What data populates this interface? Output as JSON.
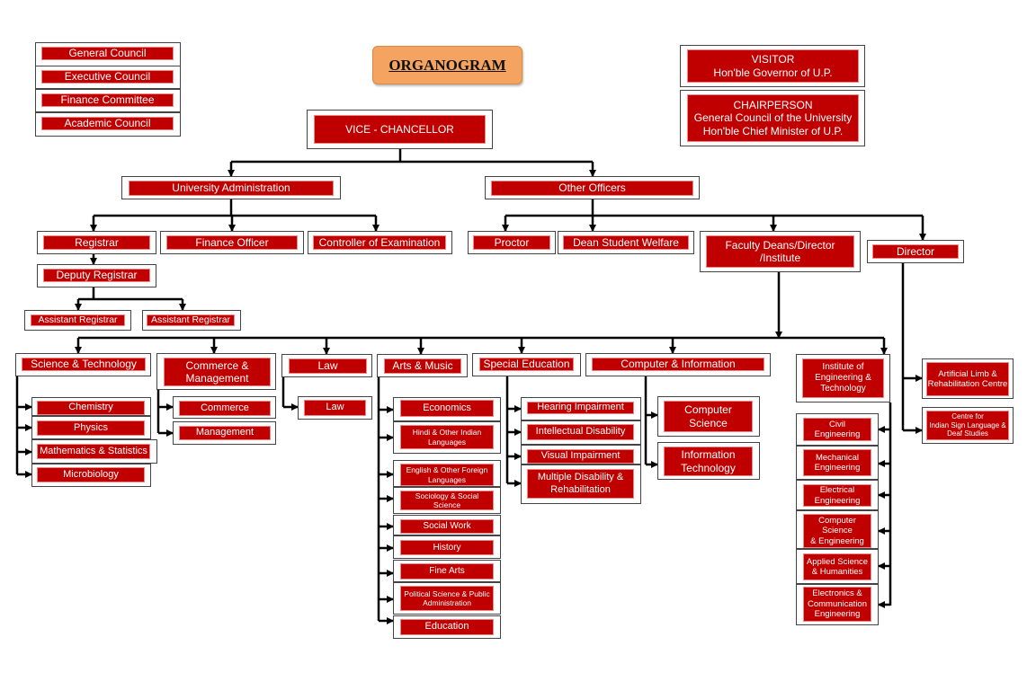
{
  "title": "ORGANOGRAM",
  "nodes": {
    "general_council": "General Council",
    "executive_council": "Executive Council",
    "finance_committee": "Finance Committee",
    "academic_council": "Academic Council",
    "visitor": "VISITOR\nHon'ble Governor of U.P.",
    "chairperson": "CHAIRPERSON\nGeneral Council of the University\nHon'ble Chief Minister of U.P.",
    "vice_chancellor": "VICE - CHANCELLOR",
    "university_administration": "University Administration",
    "other_officers": "Other Officers",
    "registrar": "Registrar",
    "finance_officer": "Finance Officer",
    "controller_of_examination": "Controller of Examination",
    "deputy_registrar": "Deputy Registrar",
    "assistant_registrar_1": "Assistant Registrar",
    "assistant_registrar_2": "Assistant Registrar",
    "proctor": "Proctor",
    "dean_student_welfare": "Dean Student Welfare",
    "faculty_deans": "Faculty Deans/Director\n/Institute",
    "director": "Director",
    "science_technology": "Science & Technology",
    "commerce_management": "Commerce &\nManagement",
    "law_faculty": "Law",
    "arts_music": "Arts & Music",
    "special_education": "Special Education",
    "computer_information": "Computer & Information",
    "institute": "Institute of\nEngineering &\nTechnology",
    "chemistry": "Chemistry",
    "physics": "Physics",
    "mathematics_statistics": "Mathematics & Statistics",
    "microbiology": "Microbiology",
    "commerce": "Commerce",
    "management": "Management",
    "law_dept": "Law",
    "economics": "Economics",
    "hindi": "Hindi & Other Indian\nLanguages",
    "english": "English & Other Foreign\nLanguages",
    "sociology": "Sociology & Social\nScience",
    "social_work": "Social Work",
    "history": "History",
    "fine_arts": "Fine Arts",
    "political_science": "Political Science & Public\nAdministration",
    "education": "Education",
    "hearing_impairment": "Hearing Impairment",
    "intellectual_disability": "Intellectual Disability",
    "visual_impairment": "Visual Impairment",
    "multiple_disability": "Multiple Disability &\nRehabilitation",
    "computer_science": "Computer\nScience",
    "information_technology": "Information\nTechnology",
    "civil": "Civil\nEngineering",
    "mechanical": "Mechanical\nEngineering",
    "electrical": "Electrical\nEngineering",
    "cse": "Computer\nScience\n& Engineering",
    "applied_science": "Applied Science\n& Humanities",
    "ece": "Electronics &\nCommunication\nEngineering",
    "artificial_limb": "Artificial Limb &\nRehabilitation Centre",
    "sign_language": "Centre for\nIndian Sign Language &\nDeaf Studies"
  }
}
